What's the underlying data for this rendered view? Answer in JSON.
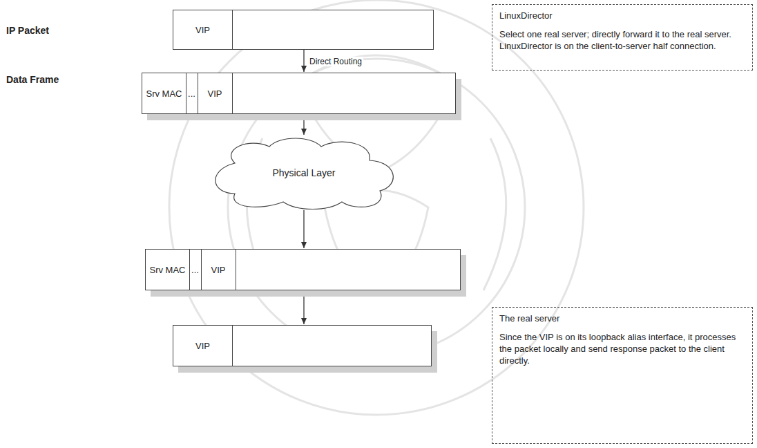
{
  "diagram": {
    "nodes": [
      {
        "text": [
          "IP Packet",
          "VIP"
        ]
      },
      {
        "text": [
          "Data Frame",
          "Srv MAC",
          "...",
          "VIP"
        ]
      },
      {
        "text": [
          "Physical Layer"
        ]
      },
      {
        "text": [
          "Srv MAC",
          "...",
          "VIP"
        ]
      },
      {
        "text": [
          "VIP"
        ]
      },
      {
        "text": [
          "LinuxDirector",
          "Select one real server; directly forward it to the real server. LinuxDirector is on the client-to-server half connection."
        ]
      },
      {
        "text": [
          "The real server",
          "Since the VIP is on its loopback alias interface, it processes the packet locally and send response packet to the client directly."
        ]
      }
    ],
    "edges": [
      {
        "from": 0,
        "to": 1,
        "label": "Direct Routing",
        "arrow": "to"
      },
      {
        "from": 1,
        "to": 2,
        "arrow": "to"
      },
      {
        "from": 2,
        "to": 3,
        "arrow": "to"
      },
      {
        "from": 3,
        "to": 4,
        "arrow": "to"
      }
    ]
  }
}
